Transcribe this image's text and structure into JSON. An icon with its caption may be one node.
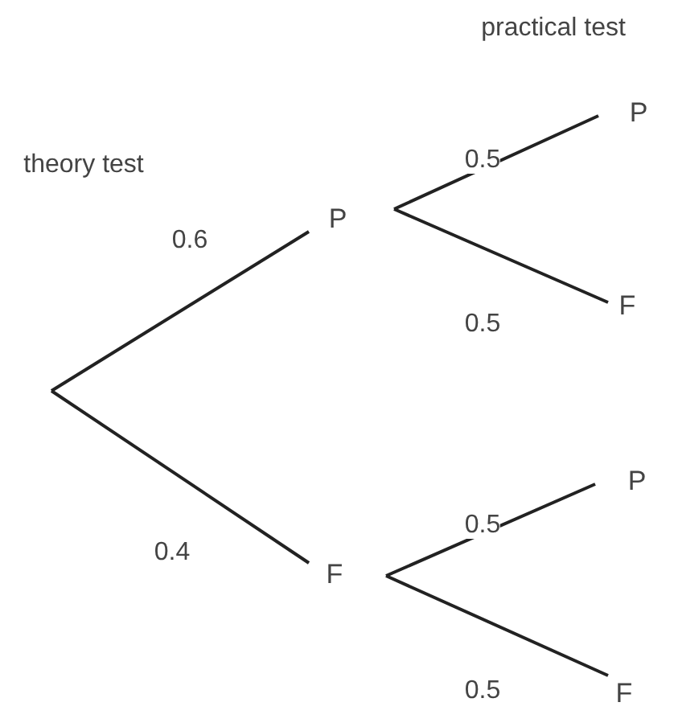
{
  "diagram": {
    "nodes": [
      {
        "text": [
          "P"
        ]
      },
      {
        "text": [
          "F"
        ]
      },
      {
        "text": [
          "P"
        ]
      },
      {
        "text": [
          "F"
        ]
      },
      {
        "text": [
          "P"
        ]
      },
      {
        "text": [
          "F"
        ]
      }
    ],
    "edges": [
      {
        "from": null,
        "to": 0,
        "arrow": "none",
        "label": "0.6"
      },
      {
        "from": null,
        "to": 1,
        "arrow": "none",
        "label": "0.4"
      },
      {
        "from": 0,
        "to": 2,
        "arrow": "none",
        "label": "0.5"
      },
      {
        "from": 0,
        "to": 3,
        "arrow": "none",
        "label": "0.5"
      },
      {
        "from": 1,
        "to": 4,
        "arrow": "none",
        "label": "0.5"
      },
      {
        "from": 1,
        "to": 5,
        "arrow": "none",
        "label": "0.5"
      }
    ],
    "labels": [
      "theory test",
      "practical test"
    ]
  }
}
